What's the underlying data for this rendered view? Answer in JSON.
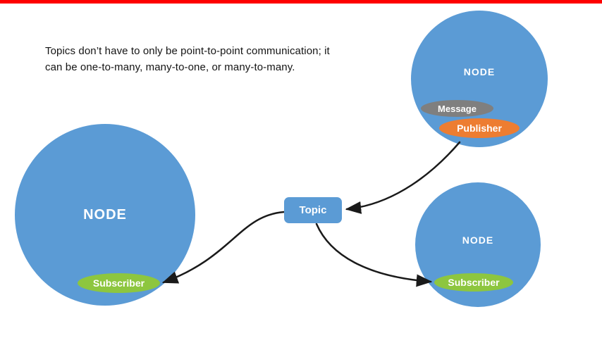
{
  "slide": {
    "caption_line1": "Topics don’t have to only be point-to-point communication; it",
    "caption_line2": "can be one-to-many, many-to-one, or many-to-many."
  },
  "topic": {
    "label": "Topic"
  },
  "nodes": {
    "left": {
      "label": "NODE",
      "subscriber_label": "Subscriber"
    },
    "top_right": {
      "label": "NODE",
      "message_label": "Message",
      "publisher_label": "Publisher"
    },
    "bottom_right": {
      "label": "NODE",
      "subscriber_label": "Subscriber"
    }
  },
  "colors": {
    "node_blue": "#5b9bd5",
    "subscriber_green": "#8dc63f",
    "publisher_orange": "#ed7d31",
    "message_gray": "#7f7f7f",
    "top_bar_red": "#fe0000",
    "arrow_black": "#1a1a1a",
    "background": "#ffffff"
  }
}
